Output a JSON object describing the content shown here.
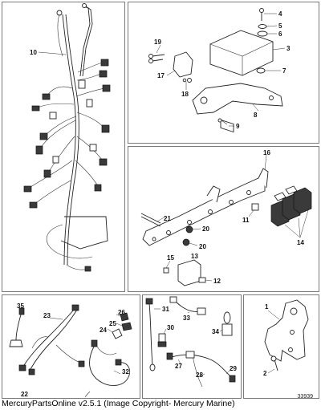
{
  "footer": {
    "text": "MercuryPartsOnline v2.5.1 (Image Copyright- Mercury Marine)"
  },
  "diagram_id": "33939",
  "callouts": {
    "harness_panel": [
      "10"
    ],
    "ecm_panel": [
      "4",
      "5",
      "6",
      "3",
      "19",
      "17",
      "18",
      "7",
      "8",
      "9"
    ],
    "relay_panel": [
      "16",
      "21",
      "11",
      "20",
      "20",
      "14",
      "15",
      "13",
      "12"
    ],
    "sensors_panel": [
      "35",
      "23",
      "26",
      "25",
      "24",
      "22",
      "32"
    ],
    "cables_panel": [
      "31",
      "33",
      "30",
      "34",
      "28",
      "27",
      "29"
    ],
    "bracket_panel": [
      "1",
      "2"
    ]
  }
}
